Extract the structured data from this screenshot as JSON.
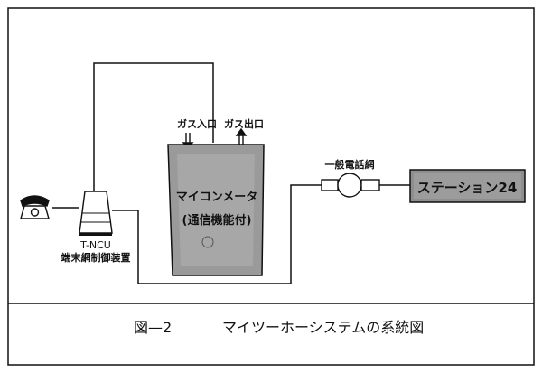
{
  "diagram": {
    "gas_inlet_label": "ガス入口",
    "gas_outlet_label": "ガス出口",
    "meter_label_line1": "マイコンメータ",
    "meter_label_line2": "(通信機能付)",
    "tncu_label_line1": "T-NCU",
    "tncu_label_line2": "端末網制御装置",
    "network_label": "一般電話網",
    "station_label": "ステーション24"
  },
  "caption": {
    "figure_number": "図—2",
    "title": "マイツーホーシステムの系統図"
  }
}
